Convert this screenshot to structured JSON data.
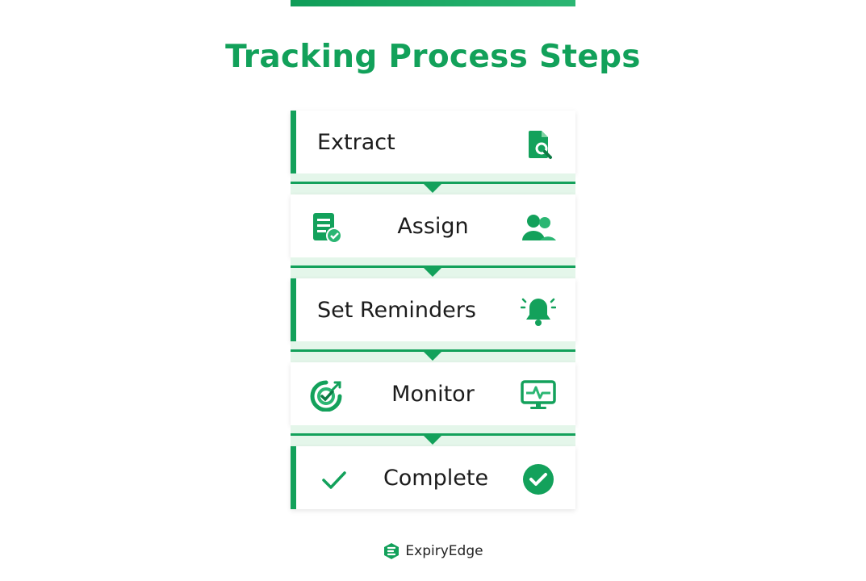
{
  "title": "Tracking Process Steps",
  "steps": [
    {
      "label": "Extract",
      "left_icon": "",
      "right_icon": "document-search-icon"
    },
    {
      "label": "Assign",
      "left_icon": "checklist-document-icon",
      "right_icon": "users-icon"
    },
    {
      "label": "Set Reminders",
      "left_icon": "",
      "right_icon": "bell-icon"
    },
    {
      "label": "Monitor",
      "left_icon": "target-arrow-icon",
      "right_icon": "monitor-pulse-icon"
    },
    {
      "label": "Complete",
      "left_icon": "check-icon",
      "right_icon": "check-circle-icon"
    }
  ],
  "brand": {
    "name": "ExpiryEdge",
    "logo_icon": "expiryedge-logo-icon"
  },
  "colors": {
    "accent": "#13a15b",
    "title": "#12a15a",
    "connector_bg": "#e4f6ea"
  }
}
